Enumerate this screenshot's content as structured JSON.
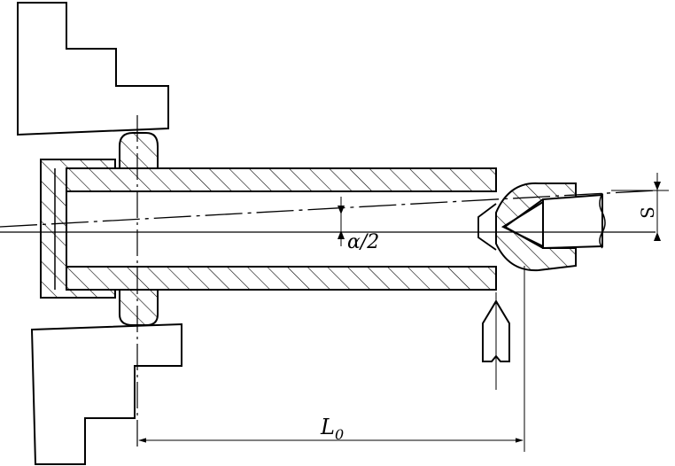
{
  "labels": {
    "alpha_half": "α/2",
    "offset": "S",
    "length": "L",
    "length_sub": "0"
  },
  "colors": {
    "stroke": "#000000",
    "background": "#ffffff"
  }
}
